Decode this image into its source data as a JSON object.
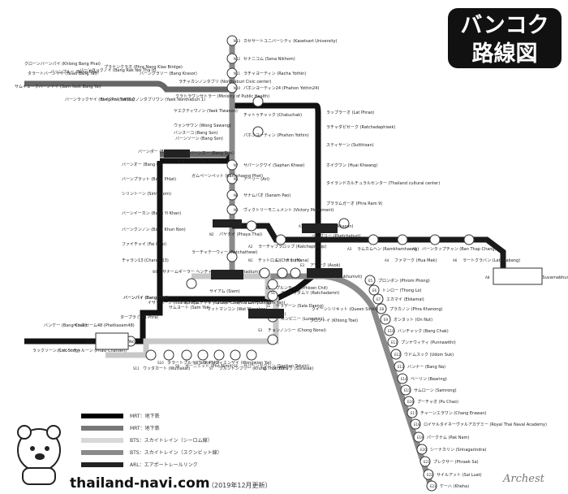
{
  "title": {
    "line1": "バンコク",
    "line2": "路線図"
  },
  "footer": {
    "site": "thailand-navi.com",
    "updated": "（2019年12月更新）",
    "signature": "Archest"
  },
  "legend": [
    {
      "label": "MRT：地下鉄",
      "color": "#000000"
    },
    {
      "label": "MRT：地下鉄",
      "color": "#777777"
    },
    {
      "label": "BTS：スカイトレイン（シーロム線）",
      "color": "#d8d8d8"
    },
    {
      "label": "BTS：スカイトレイン（スクンビット線）",
      "color": "#8a8a8a"
    },
    {
      "label": "ARL：エアポートレールリンク",
      "color": "#222222"
    }
  ],
  "colors": {
    "mrt_blue": "#111111",
    "mrt_purple": "#666666",
    "bts_sukhumvit": "#8a8a8a",
    "bts_silom": "#c8c8c8",
    "arl": "#1a1a1a"
  },
  "stations": [
    {
      "id": "N13",
      "jp": "カセサートユニバーシティ",
      "en": "(Kasetsart University)"
    },
    {
      "id": "N12",
      "jp": "セナニコム",
      "en": "(Sena Nikhom)"
    },
    {
      "id": "N11",
      "jp": "ラチャヨーティン",
      "en": "(Racha Yothin)"
    },
    {
      "id": "N10",
      "jp": "パホンヨーティン24",
      "en": "(Phahon Yothin24)"
    },
    {
      "id": "N9",
      "jp": "",
      "en": ""
    },
    {
      "id": "N8",
      "jp": "",
      "en": ""
    },
    {
      "id": "N7",
      "jp": "サパーンクワイ",
      "en": "(Saphan Khwai)"
    },
    {
      "id": "N5",
      "jp": "アーリー",
      "en": "(Ari)"
    },
    {
      "id": "N4",
      "jp": "サナムパオ",
      "en": "(Sanam Pao)"
    },
    {
      "id": "N3",
      "jp": "ヴィクトリーモニュメント",
      "en": "(Victory Monument)"
    },
    {
      "id": "N2",
      "jp": "パヤタイ",
      "en": "(Phaya Thai)"
    },
    {
      "id": "N1",
      "jp": "チットロム",
      "en": "(Chit Lom)"
    },
    {
      "id": "CEN",
      "jp": "サイアム",
      "en": "(Siam)"
    },
    {
      "id": "W1",
      "jp": "サナームギーラー ヘンチャート",
      "en": "(National Stadium)"
    },
    {
      "id": "E1",
      "jp": "プルンチット",
      "en": "(Phloen Chit)"
    },
    {
      "id": "E2",
      "jp": "ナナ",
      "en": "(Nana)"
    },
    {
      "id": "E3",
      "jp": "アソーク",
      "en": "(Asok)"
    },
    {
      "id": "E5",
      "jp": "プロンポン",
      "en": "(Phrom Phong)"
    },
    {
      "id": "E6",
      "jp": "トンロー",
      "en": "(Thong Lo)"
    },
    {
      "id": "E7",
      "jp": "エカマイ",
      "en": "(Ekkamai)"
    },
    {
      "id": "E8",
      "jp": "プラカノン",
      "en": "(Phra Khanong)"
    },
    {
      "id": "E9",
      "jp": "オンヌット",
      "en": "(On Nut)"
    },
    {
      "id": "E10",
      "jp": "バンチャック",
      "en": "(Bang Chak)"
    },
    {
      "id": "E11",
      "jp": "プンナウィティ",
      "en": "(Punnawithi)"
    },
    {
      "id": "E12",
      "jp": "ウドムスック",
      "en": "(Udom Suk)"
    },
    {
      "id": "E13",
      "jp": "バンナー",
      "en": "(Bang Na)"
    },
    {
      "id": "E14",
      "jp": "ベーリン",
      "en": "(Bearing)"
    },
    {
      "id": "E15",
      "jp": "サムローン",
      "en": "(Samrong)"
    },
    {
      "id": "E16",
      "jp": "プーチャオ",
      "en": "(Pu Chao)"
    },
    {
      "id": "E17",
      "jp": "チャーンエラワン",
      "en": "(Chang Erawan)"
    },
    {
      "id": "E18",
      "jp": "ロイヤルタイネーヴァルアカデミー",
      "en": "(Royal Thai Naval Academy)"
    },
    {
      "id": "E19",
      "jp": "パークナム",
      "en": "(Pak Nam)"
    },
    {
      "id": "E20",
      "jp": "シーナカリン",
      "en": "(Srinagarindra)"
    },
    {
      "id": "E21",
      "jp": "プレクサー",
      "en": "(Phraek Sa)"
    },
    {
      "id": "E22",
      "jp": "サイルアット",
      "en": "(Sai Luat)"
    },
    {
      "id": "E23",
      "jp": "ケーハ",
      "en": "(Kheha)"
    },
    {
      "id": "S1",
      "jp": "ラーチャダムリ",
      "en": "(Ratchadamri)"
    },
    {
      "id": "S2",
      "jp": "サラデーン",
      "en": "(Sala Daeng)"
    },
    {
      "id": "S3",
      "jp": "チョンノンシー",
      "en": "(Chong Nonsi)"
    },
    {
      "id": "S5",
      "jp": "スラサック",
      "en": "(Surasak)"
    },
    {
      "id": "S6",
      "jp": "サパーンタクシン",
      "en": "(Saphan Taksin)"
    },
    {
      "id": "S7",
      "jp": "クルントンブリー",
      "en": "(Krung Thon Buri)"
    },
    {
      "id": "S8",
      "jp": "ウォンウィエンヤイ",
      "en": "(Wongwian Yai)"
    },
    {
      "id": "S9",
      "jp": "ポーニミット",
      "en": "(Pho Nimit)"
    },
    {
      "id": "S10",
      "jp": "タラートプルー",
      "en": "(Talat Phlu)"
    },
    {
      "id": "S11",
      "jp": "ウッタカート",
      "en": "(Wuttakat)"
    },
    {
      "id": "S12",
      "jp": "バンワー",
      "en": "(Bang Wa)"
    },
    {
      "id": "A1",
      "jp": "マッカサン",
      "en": "(Makkasan)"
    },
    {
      "id": "A2",
      "jp": "ラーチャプラロップ",
      "en": "(Ratchaprarop)"
    },
    {
      "id": "A3",
      "jp": "ラムカムヘン",
      "en": "(Ramkhamhaeng)"
    },
    {
      "id": "A4",
      "jp": "ファマーク",
      "en": "(Hua Mak)"
    },
    {
      "id": "A5",
      "jp": "バーンタップチャン",
      "en": "(Ban Thap Chang)"
    },
    {
      "id": "A6",
      "jp": "ラートクラバン",
      "en": "(Lat Krabang)"
    },
    {
      "id": "A8",
      "jp": "スワンナプーム国際空港",
      "en": "(Suvarnabhumi Airport)"
    },
    {
      "id": "BL",
      "jp": "ラップラーオ",
      "en": "(Lat Phrao)"
    },
    {
      "id": "BL2",
      "jp": "ラチャダピセーク",
      "en": "(Ratchadaphisek)"
    },
    {
      "id": "BL3",
      "jp": "スティサーン",
      "en": "(Sutthisan)"
    },
    {
      "id": "BL4",
      "jp": "ホイクワン",
      "en": "(Huai Khwang)"
    },
    {
      "id": "BL5",
      "jp": "タイランドカルチュラルセンター",
      "en": "(Thailand cultural center)"
    },
    {
      "id": "BL6",
      "jp": "プララムガーオ",
      "en": "(Phra Ram 9)"
    },
    {
      "id": "BL7",
      "jp": "ペッブリー",
      "en": "(Phetchaburi)"
    },
    {
      "id": "BL8",
      "jp": "スクンビット",
      "en": "(Sukhumvit)"
    },
    {
      "id": "BL9",
      "jp": "クイーンシリキット",
      "en": "(Queen Sirikit)"
    },
    {
      "id": "BL10",
      "jp": "クロントイ",
      "en": "(Khlong Toei)"
    },
    {
      "id": "BL11",
      "jp": "ルンピニー",
      "en": "(Lumphini)"
    },
    {
      "id": "BL12",
      "jp": "シーロム",
      "en": "(Si Lom)"
    },
    {
      "id": "BL13",
      "jp": "サムヤーン",
      "en": "(Sam Yan)"
    },
    {
      "id": "BL14",
      "jp": "ファランポーン",
      "en": "(Hua Lamphong)"
    },
    {
      "id": "BL15",
      "jp": "ワットマンコン",
      "en": "(Wat Mangkon)"
    },
    {
      "id": "BL16",
      "jp": "サムヨート",
      "en": "(Sam Yot)"
    },
    {
      "id": "BL17",
      "jp": "サナームチャイ",
      "en": "(Sanam Chai)"
    },
    {
      "id": "BL18",
      "jp": "イサラパープ",
      "en": "(Itsaraphap)"
    },
    {
      "id": "BL19",
      "jp": "タープラ",
      "en": "(Tha Phra)"
    },
    {
      "id": "BL20",
      "jp": "バーンパイ",
      "en": "(Bang Phai)"
    },
    {
      "id": "BL21",
      "jp": "バーンパイ",
      "en": "(Bang Phai)"
    },
    {
      "id": "BL22",
      "jp": "ペッカセーム48",
      "en": "(Phetkasem48)"
    },
    {
      "id": "BL23",
      "jp": "パーシーチャルーン",
      "en": "(Phasi Charoen)"
    },
    {
      "id": "BL24",
      "jp": "バンケー",
      "en": "(Bang Khae)"
    },
    {
      "id": "BL25",
      "jp": "ラックソーン",
      "en": "(Lak Song)"
    },
    {
      "id": "BL26",
      "jp": "チャラン13",
      "en": "(Charan 13)"
    },
    {
      "id": "BL27",
      "jp": "ファイチャイ",
      "en": "(Fai Chai)"
    },
    {
      "id": "BL28",
      "jp": "バーンクンノン",
      "en": "(Bang Khun Non)"
    },
    {
      "id": "BL29",
      "jp": "バーンイーカン",
      "en": "(Bang Yi Khan)"
    },
    {
      "id": "BL30",
      "jp": "シリントーン",
      "en": "(Sirindhorn)"
    },
    {
      "id": "BL31",
      "jp": "バーンプラット",
      "en": "(Bang Phlat)"
    },
    {
      "id": "BL32",
      "jp": "バーンオー",
      "en": "(Bang O)"
    },
    {
      "id": "BL33",
      "jp": "バーンポー",
      "en": "(Bang Pho)"
    },
    {
      "id": "BL34",
      "jp": "タオプーン",
      "en": "(Tao Poon)"
    },
    {
      "id": "BL35",
      "jp": "バーンスー",
      "en": "(Bang Sue)"
    },
    {
      "id": "BL36",
      "jp": "ガムペーンペット",
      "en": "(Kamphaeng Phet)"
    },
    {
      "id": "BL37",
      "jp": "チャトゥチャック",
      "en": "(Chatuchak)"
    },
    {
      "id": "BL38",
      "jp": "パホンヨーティン",
      "en": "(Phahon Yothin)"
    },
    {
      "id": "BL39",
      "jp": "ラーチャテーウィー",
      "en": "(Ratchathewi)"
    },
    {
      "id": "BL40",
      "jp": "バンスーコ",
      "en": "(Bang Son)"
    },
    {
      "id": "PP1",
      "jp": "クローンバーンパイ",
      "en": "(Khlong Bang Phai)"
    },
    {
      "id": "PP2",
      "jp": "タラートバーンヤイ",
      "en": "(Talad Bang Yai)"
    },
    {
      "id": "PP3",
      "jp": "サムイェークバーンヤイ",
      "en": "(Sam Yaek Bang Yai)"
    },
    {
      "id": "PP4",
      "jp": "バーンプルー",
      "en": "(Bang Phlu)"
    },
    {
      "id": "PP5",
      "jp": "バーンラックノイ",
      "en": "(Bang Rak Noi Tha It)"
    },
    {
      "id": "PP6",
      "jp": "バーンラックヤイ",
      "en": "(Bang Rak Yai)"
    },
    {
      "id": "PP7",
      "jp": "プラナンクラオ",
      "en": "(Phra Nang Klao Bridge)"
    },
    {
      "id": "PP8",
      "jp": "サイマー",
      "en": "(Sai Ma)"
    },
    {
      "id": "PP9",
      "jp": "ヤエクノンタブリワン",
      "en": "(Yaek Nonthaburi 1)"
    },
    {
      "id": "PP10",
      "jp": "バーンクラソー",
      "en": "(Bang Krasor)"
    },
    {
      "id": "PP11",
      "jp": "ラチャカンノンタブリ",
      "en": "(Nonthaburi Civic center)"
    },
    {
      "id": "PP12",
      "jp": "クラトラワンサトラー",
      "en": "(Ministry of Public Health)"
    },
    {
      "id": "PP13",
      "jp": "ヤエクティワノン",
      "en": "(Yaek Tiwanon)"
    },
    {
      "id": "PP14",
      "jp": "ウォンサワン",
      "en": "(Wong Sawang)"
    },
    {
      "id": "PP15",
      "jp": "バーンソーン",
      "en": "(Bang Son)"
    }
  ]
}
